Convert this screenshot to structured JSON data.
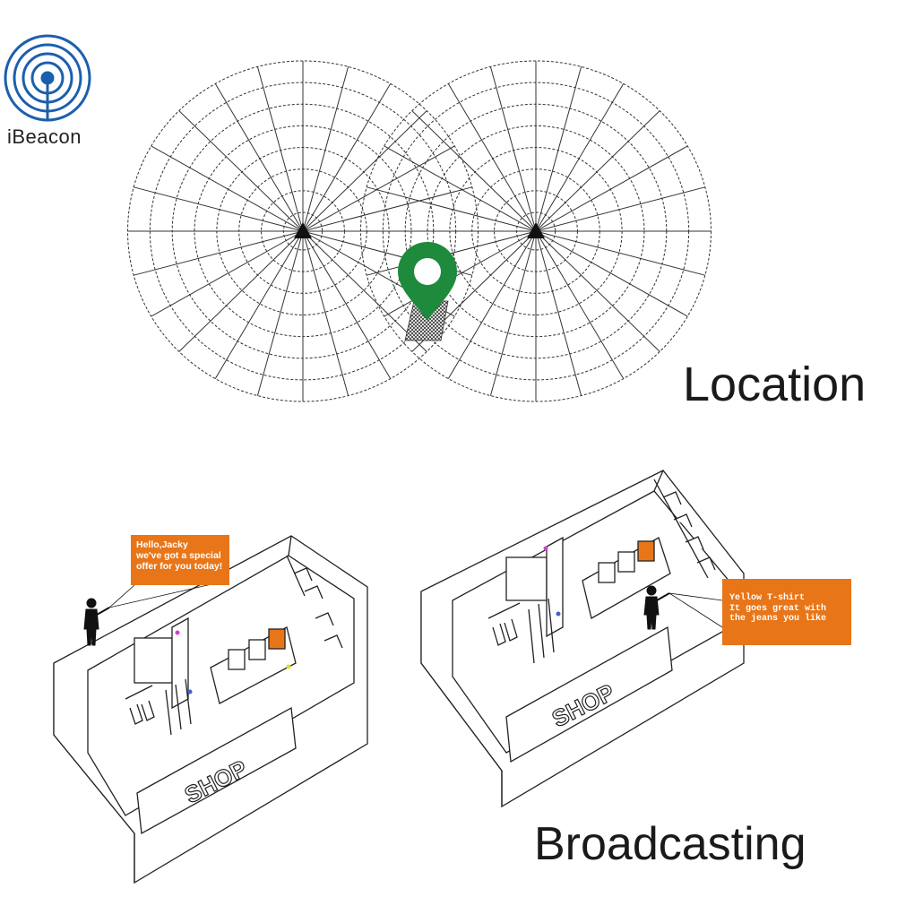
{
  "logo": {
    "text": "iBeacon",
    "icon": "broadcast-signal-icon",
    "color": "#1b5fae"
  },
  "location_section": {
    "label": "Location",
    "pin_icon": "map-pin-icon",
    "pin_color": "#1e8a3c"
  },
  "broadcasting_section": {
    "label": "Broadcasting"
  },
  "shops": [
    {
      "sign": "SHOP",
      "message": [
        "Hello,Jacky",
        "we've got a special",
        "offer for you today!"
      ]
    },
    {
      "sign": "SHOP",
      "message": [
        "Yellow T-shirt",
        "It goes great with",
        "the jeans you like"
      ]
    }
  ],
  "colors": {
    "bubble": "#e87618",
    "line": "#222222",
    "logo": "#1b5fae",
    "pin": "#1e8a3c"
  }
}
